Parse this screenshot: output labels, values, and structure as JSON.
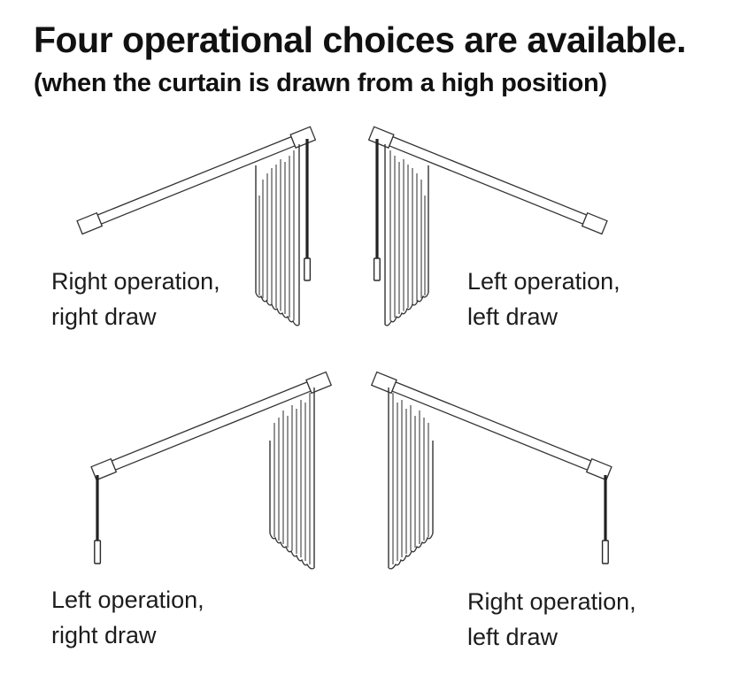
{
  "title": "Four operational choices are available.",
  "subtitle": "(when the curtain is drawn from a high position)",
  "diagrams": [
    {
      "name": "top-left",
      "label_line1": "Right operation,",
      "label_line2": "right draw"
    },
    {
      "name": "top-right",
      "label_line1": "Left operation,",
      "label_line2": "left draw"
    },
    {
      "name": "bottom-left",
      "label_line1": "Left operation,",
      "label_line2": "right draw"
    },
    {
      "name": "bottom-right",
      "label_line1": "Right operation,",
      "label_line2": "left draw"
    }
  ],
  "colors": {
    "background": "#ffffff",
    "text": "#111111",
    "line_art": "#333333"
  }
}
